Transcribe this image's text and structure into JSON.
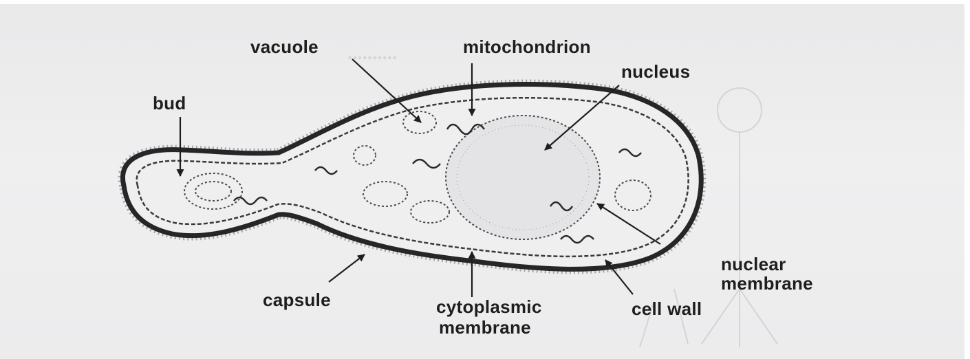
{
  "labels": {
    "vacuole": "vacuole",
    "mitochondrion": "mitochondrion",
    "nucleus": "nucleus",
    "bud": "bud",
    "capsule": "capsule",
    "cytoplasmic_line1": "cytoplasmic",
    "cytoplasmic_line2": "membrane",
    "cell_wall": "cell wall",
    "nuclear_line1": "nuclear",
    "nuclear_line2": "membrane"
  },
  "colors": {
    "ink": "#1e1e1e",
    "paper": "#ececed",
    "show_through": "#d3d3d6"
  }
}
